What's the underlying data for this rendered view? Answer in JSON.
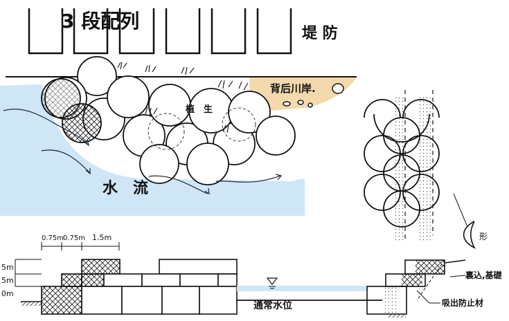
{
  "title": "3 段配列",
  "labels": {
    "levee": "堤 防",
    "bank": "背后川岸.",
    "vegetation": "植　生",
    "stream": "水　流",
    "normal_water_level": "通常水位",
    "shape": "形",
    "backfill_foundation": "裏込,基礎",
    "anti_suction": "吸出防止材"
  },
  "dimensions": {
    "widths": [
      "0.75m",
      "0.75m",
      "1.5m"
    ],
    "heights": [
      "5m",
      "5m",
      "0m"
    ]
  },
  "colors": {
    "water": "#cfe6f6",
    "bank": "#f3d9ac",
    "ink": "#111111"
  }
}
